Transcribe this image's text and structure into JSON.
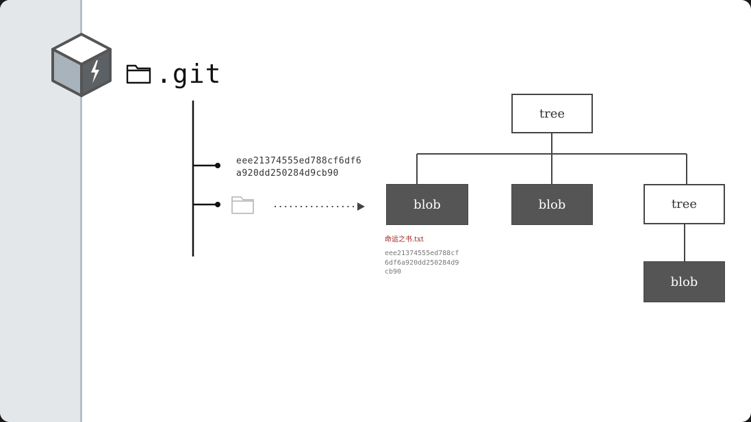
{
  "header": {
    "folder_name": ".git",
    "logo_icon": "git-cube-icon"
  },
  "index_panel": {
    "hash_lines": [
      "eee21374555ed788cf6df6",
      "a920dd250284d9cb90"
    ]
  },
  "file_annotation": {
    "filename": "命运之书.txt",
    "hash_lines": [
      "eee21374555ed788cf",
      "6df6a920dd250284d9",
      "cb90"
    ]
  },
  "tree_diagram": {
    "root": "tree",
    "children": [
      "blob",
      "blob",
      "tree"
    ],
    "grandchild": "blob"
  },
  "colors": {
    "sidebar": "#e3e7ea",
    "blob_fill": "#555555",
    "filename_red": "#9e1b14",
    "folder_gray": "#bbbbbb"
  }
}
